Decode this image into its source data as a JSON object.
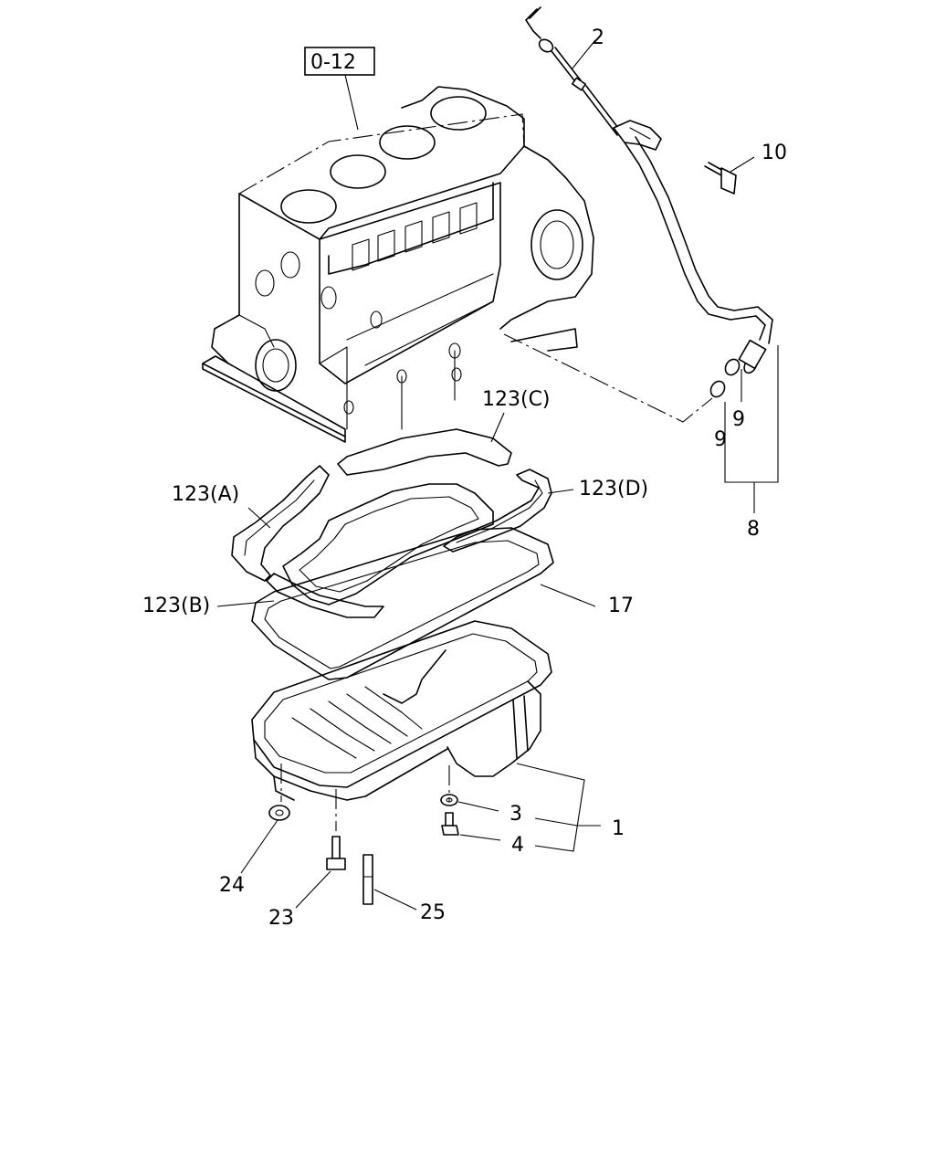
{
  "reference_box": "0-12",
  "part_labels": {
    "p1": "1",
    "p2": "2",
    "p3": "3",
    "p4": "4",
    "p8": "8",
    "p9a": "9",
    "p9b": "9",
    "p10": "10",
    "p17": "17",
    "p23": "23",
    "p24": "24",
    "p25": "25",
    "p123a": "123(A)",
    "p123b": "123(B)",
    "p123c": "123(C)",
    "p123d": "123(D)"
  }
}
